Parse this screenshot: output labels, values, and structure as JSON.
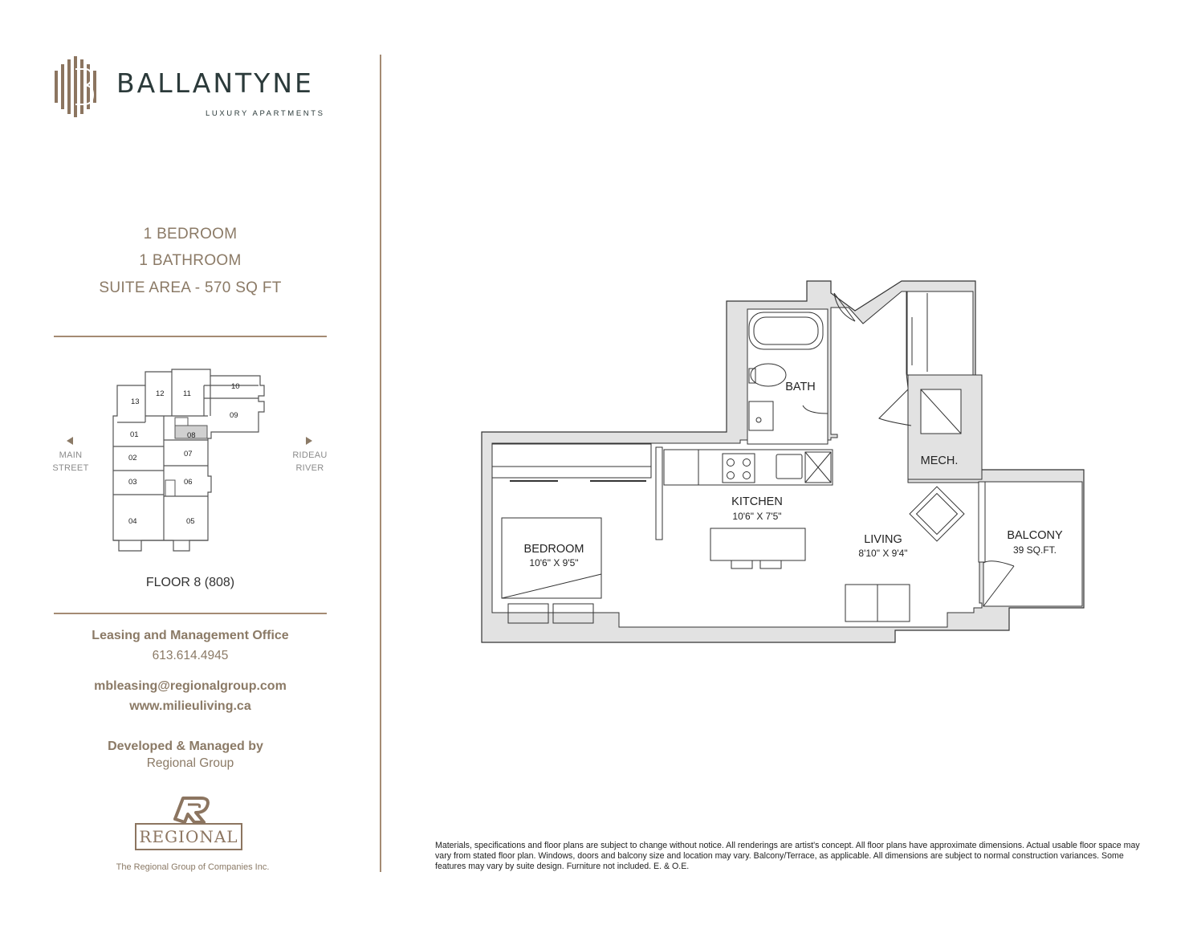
{
  "brand": {
    "name": "BALLANTYNE",
    "tagline": "LUXURY APARTMENTS",
    "accent_color": "#a48b73",
    "text_color": "#2b3a3a"
  },
  "suite": {
    "bedrooms": "1 BEDROOM",
    "bathrooms": "1 BATHROOM",
    "area": "SUITE AREA - 570 SQ FT"
  },
  "keyplan": {
    "units": [
      "13",
      "12",
      "11",
      "10",
      "09",
      "01",
      "08",
      "02",
      "07",
      "03",
      "06",
      "04",
      "05"
    ],
    "highlighted_unit": "08",
    "left_label": [
      "MAIN",
      "STREET"
    ],
    "right_label": [
      "RIDEAU",
      "RIVER"
    ],
    "floor": "FLOOR 8 (808)"
  },
  "office": {
    "title": "Leasing and Management Office",
    "phone": "613.614.4945",
    "email": "mbleasing@regionalgroup.com",
    "website": "www.milieuliving.ca",
    "developer_title": "Developed & Managed by",
    "developer_name": "Regional Group"
  },
  "regional_logo": {
    "wordmark": "REGIONAL",
    "company": "The Regional Group of Companies Inc."
  },
  "floorplan": {
    "rooms": {
      "bath": "BATH",
      "mech": "MECH.",
      "kitchen": "KITCHEN",
      "kitchen_dim": "10'6\" X 7'5\"",
      "bedroom": "BEDROOM",
      "bedroom_dim": "10'6\" X 9'5\"",
      "living": "LIVING",
      "living_dim": "8'10\" X 9'4\"",
      "balcony": "BALCONY",
      "balcony_area": "39 SQ.FT."
    }
  },
  "disclaimer": "Materials, specifications and floor plans are subject to change without notice. All renderings are artist's concept. All floor plans have approximate dimensions. Actual usable floor space may vary from stated floor plan. Windows, doors and balcony size and location may vary. Balcony/Terrace, as applicable. All dimensions are subject to normal construction variances. Some features may vary by suite design. Furniture not included. E. & O.E."
}
